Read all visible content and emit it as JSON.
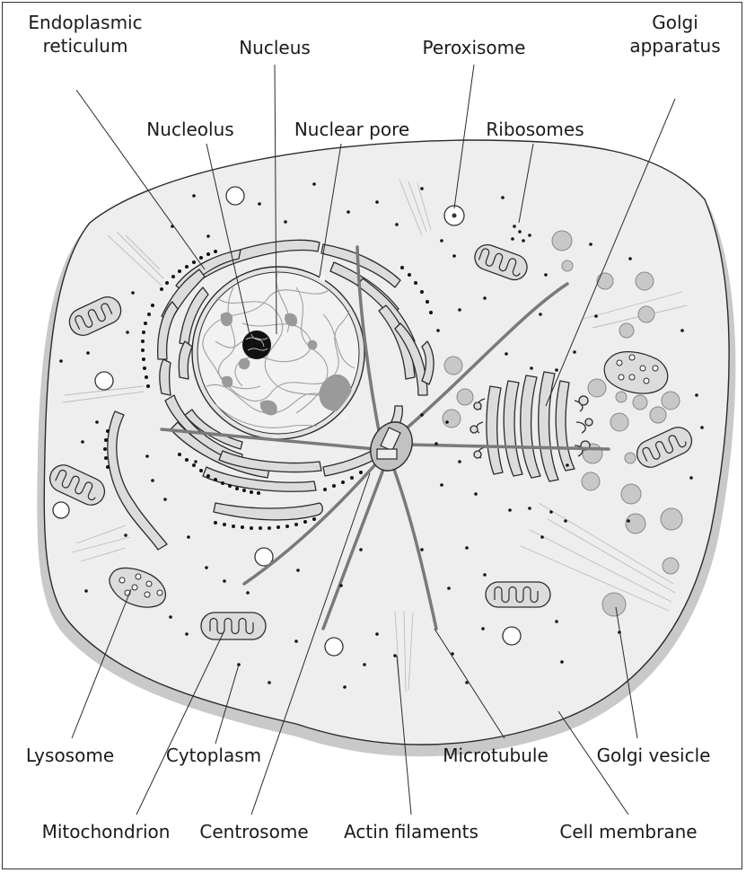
{
  "labels": {
    "endoplasmic_reticulum_1": "Endoplasmic",
    "endoplasmic_reticulum_2": "reticulum",
    "nucleus": "Nucleus",
    "peroxisome": "Peroxisome",
    "golgi_apparatus_1": "Golgi",
    "golgi_apparatus_2": "apparatus",
    "nucleolus": "Nucleolus",
    "nuclear_pore": "Nuclear pore",
    "ribosomes": "Ribosomes",
    "lysosome": "Lysosome",
    "cytoplasm": "Cytoplasm",
    "microtubule": "Microtubule",
    "golgi_vesicle": "Golgi vesicle",
    "mitochondrion": "Mitochondrion",
    "centrosome": "Centrosome",
    "actin_filaments": "Actin filaments",
    "cell_membrane": "Cell membrane"
  },
  "colors": {
    "cytoplasm": "#eeeeee",
    "membrane_shadow": "#c9c9c9",
    "organelle_fill": "#dcdcdc",
    "vesicle_fill": "#c8c8c8",
    "microtubule": "#7a7a7a",
    "outline": "#2b2b2b"
  }
}
